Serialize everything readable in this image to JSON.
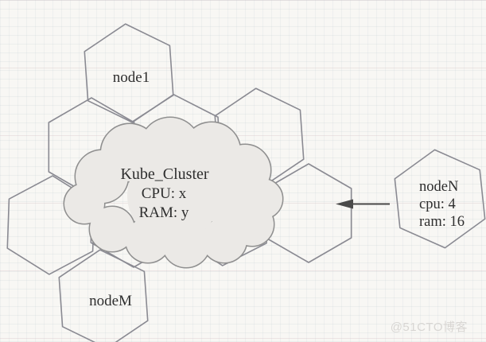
{
  "diagram": {
    "cloud": {
      "title": "Kube_Cluster",
      "cpu_line": "CPU: x",
      "ram_line": "RAM: y"
    },
    "hex_nodes": {
      "node1_label": "node1",
      "nodeM_label": "nodeM"
    },
    "external_node": {
      "name": "nodeN",
      "cpu_line": "cpu: 4",
      "ram_line": "ram: 16"
    }
  },
  "watermark": {
    "text": "@51CTO博客"
  },
  "colors": {
    "hexagon_stroke": "#8a8a92",
    "cloud_fill": "#ebe9e6",
    "cloud_stroke": "#8f8f8f",
    "diagram_text": "#2e2e2e",
    "arrow": "#4a4a4a",
    "watermark_text": "#d8d6d3",
    "canvas_background": "#f8f7f4"
  }
}
